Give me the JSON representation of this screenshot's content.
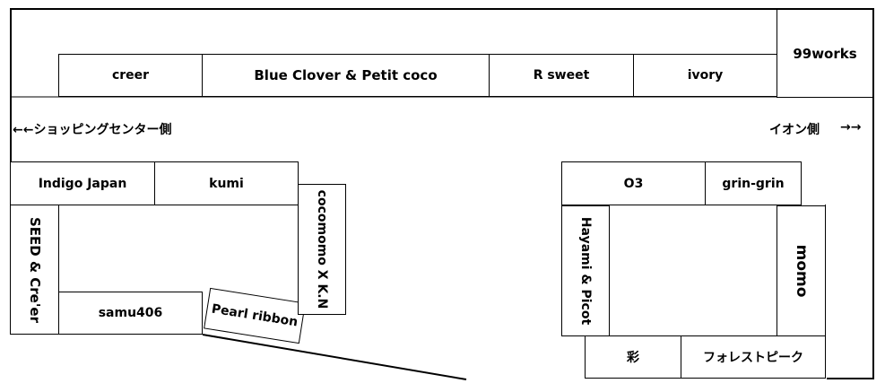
{
  "stores_top": {
    "creer": "creer",
    "blue_clover": "Blue Clover & Petit coco",
    "r_sweet": "R sweet",
    "ivory": "ivory",
    "works99": "99works"
  },
  "directions": {
    "left": "←←ショッピングセンター側",
    "right_label": "イオン側",
    "right_arrows": "→→"
  },
  "stores_left": {
    "indigo_japan": "Indigo Japan",
    "kumi": "kumi",
    "seed_creer": "SEED & Cre'er",
    "samu406": "samu406",
    "pearl_ribbon": "Pearl ribbon",
    "cocomomo": "cocomomo X K.N"
  },
  "stores_right": {
    "o3": "O3",
    "grin_grin": "grin-grin",
    "hayami_picot": "Hayami & Picot",
    "momo": "momo",
    "aya": "彩",
    "forest_peak": "フォレストピーク"
  }
}
